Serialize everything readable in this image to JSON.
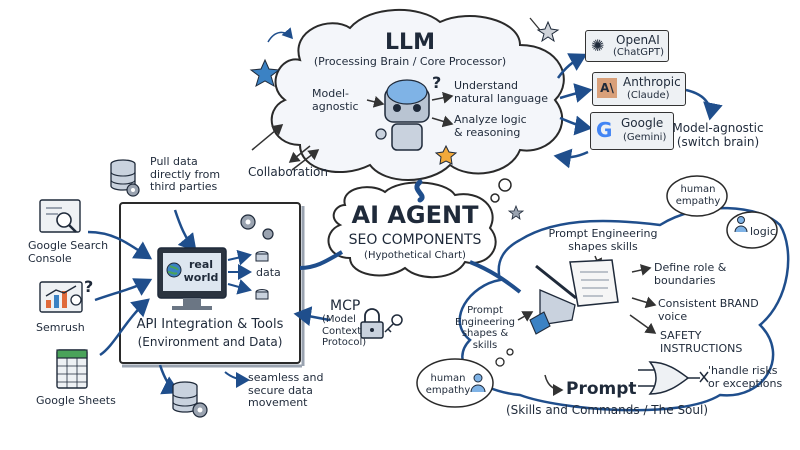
{
  "center": {
    "title": "AI AGENT",
    "subtitle": "SEO COMPONENTS",
    "note": "(Hypothetical Chart)"
  },
  "llm": {
    "title": "LLM",
    "subtitle": "(Processing Brain / Core Processor)",
    "model_agnostic": "Model-\nagnostic",
    "understand": "Understand\nnatural language",
    "analyze": "Analyze logic\n& reasoning"
  },
  "providers": [
    {
      "name": "OpenAI",
      "sub": "(ChatGPT)"
    },
    {
      "name": "Anthropic",
      "sub": "(Claude)"
    },
    {
      "name": "Google",
      "sub": "(Gemini)"
    }
  ],
  "switch_label": "Model-agnostic\n(switch brain)",
  "collaboration": "Collaboration",
  "tools": {
    "pull_data": "Pull data\ndirectly from\nthird parties",
    "monitor_text": "real\nworld",
    "data_label": "data",
    "title": "API Integration & Tools",
    "subtitle": "(Environment and Data)",
    "seamless": "seamless and\nsecure data\nmovement"
  },
  "sources": [
    {
      "label": "Google Search\nConsole"
    },
    {
      "label": "Semrush"
    },
    {
      "label": "Google Sheets"
    }
  ],
  "mcp": {
    "title": "MCP",
    "detail": "(Model\nContext\nProtocol)"
  },
  "prompt": {
    "pe_top": "Prompt Engineering\nshapes skills",
    "pe_left": "Prompt\nEngineering\nshapes &\nskills",
    "define": "Define role &\nboundaries",
    "brand": "Consistent BRAND\nvoice",
    "safety": "SAFETY\nINSTRUCTIONS",
    "risks": "'handle risks\nor exceptions",
    "title": "Prompt",
    "subtitle": "(Skills and Commands / The Soul)",
    "human_empathy_top": "human\nempathy",
    "logic": "logic",
    "human_empathy_bottom": "human\nempathy"
  }
}
